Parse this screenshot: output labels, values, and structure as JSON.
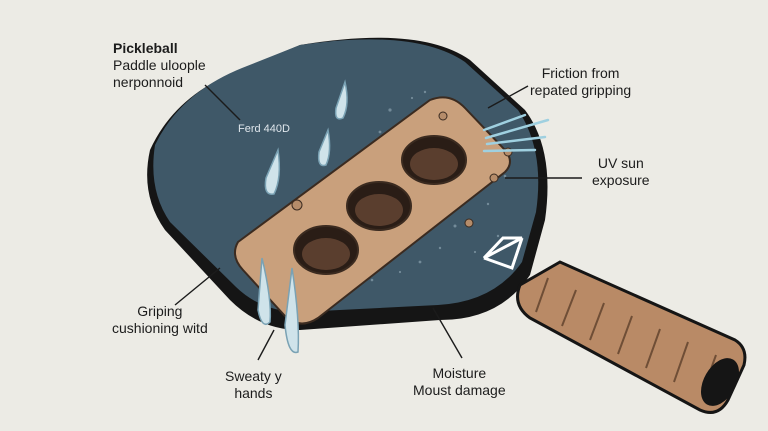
{
  "labels": {
    "title": "Pickleball",
    "subtitle_line1": "Paddle uloople",
    "subtitle_line2": "nerponnoid",
    "paddle_text": "Ferd 440D",
    "friction_line1": "Friction from",
    "friction_line2": "repated gripping",
    "uv_line1": "UV sun",
    "uv_line2": "exposure",
    "griping_line1": "Griping",
    "griping_line2": "cushioning witd",
    "sweaty_line1": "Sweaty y",
    "sweaty_line2": "hands",
    "moisture_line1": "Moisture",
    "moisture_line2": "Moust damage"
  },
  "colors": {
    "background": "#ecebe5",
    "paddle_face": "#3f5868",
    "paddle_edge": "#151515",
    "core": "#c9a07c",
    "handle": "#b98a66",
    "water": "#cfe3ea"
  }
}
